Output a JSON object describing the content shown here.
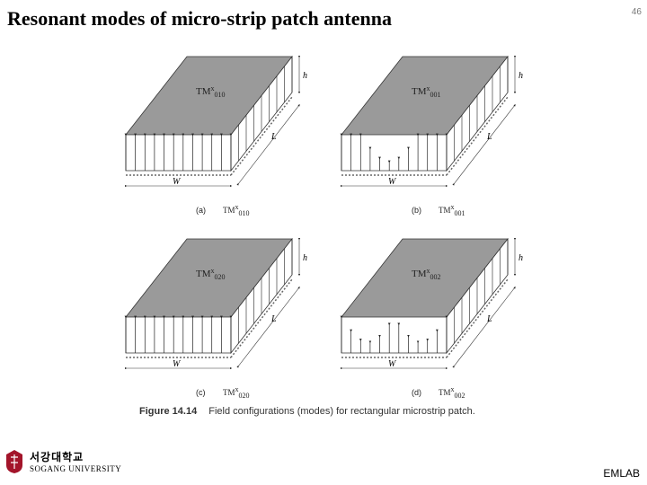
{
  "slide": {
    "title": "Resonant modes of micro-strip patch antenna",
    "page_number": "46",
    "footer": "EMLAB"
  },
  "figure": {
    "caption_label": "Figure 14.14",
    "caption_text": "Field configurations (modes) for rectangular microstrip patch.",
    "panels": [
      {
        "mode_label": "TMx010",
        "sub_caption": "(a) TMx010"
      },
      {
        "mode_label": "TMx001",
        "sub_caption": "(b) TMx001"
      },
      {
        "mode_label": "TMx020",
        "sub_caption": "(c) TMx020"
      },
      {
        "mode_label": "TMx002",
        "sub_caption": "(d) TMx002"
      }
    ],
    "dim_labels": {
      "height": "h",
      "length": "L",
      "width": "W"
    }
  },
  "logo": {
    "korean_name": "서강대학교",
    "english_name": "SOGANG UNIVERSITY"
  }
}
